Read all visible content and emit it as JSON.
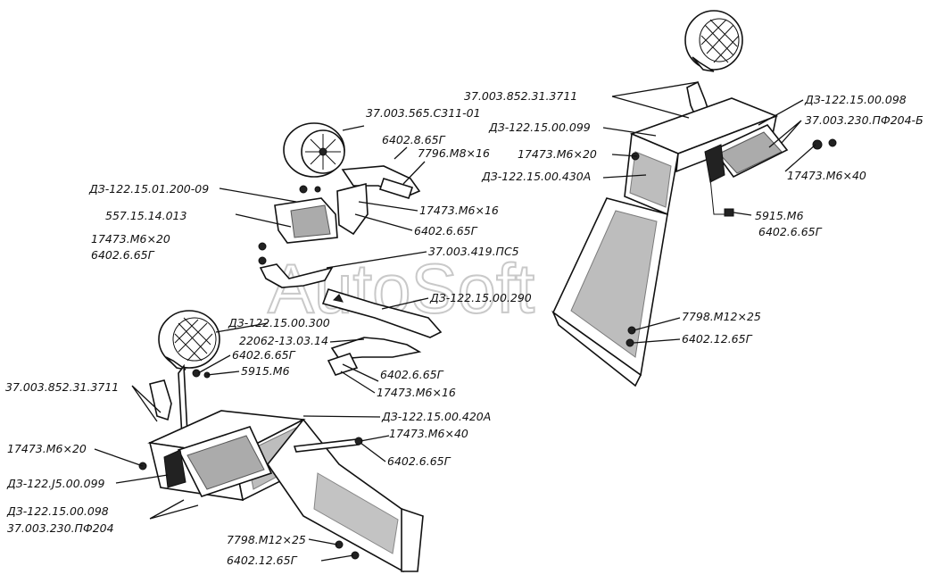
{
  "watermark": "AutoSoft",
  "labels": {
    "top_lamp_bracket": "37.003.852.31.3711",
    "top_housing_099": "ДЗ-122.15.00.099",
    "top_bolt_m6x20": "17473.М6×20",
    "top_bracket_430a": "ДЗ-122.15.00.430А",
    "top_housing_098": "ДЗ-122.15.00.098",
    "top_lamp_pf204b": "37.003.230.ПФ204-Б",
    "top_bolt_m6x40": "17473.М6×40",
    "top_washer_5915": "5915.М6",
    "top_lock_6402_6": "6402.6.65Г",
    "top_bolt_m12x25": "7798.М12×25",
    "top_lock_6402_12": "6402.12.65Г",
    "mid_lamp_311": "37.003.565.С311-01",
    "mid_lock_6402_8": "6402.8.65Г",
    "mid_bolt_m8x16": "7796.М8×16",
    "mid_bracket_200": "ДЗ-122.15.01.200-09",
    "mid_part_557": "557.15.14.013",
    "mid_bolt_m6x16": "17473.М6×16",
    "mid_lock_6402_6": "6402.6.65Г",
    "mid_bolt_m6x20": "17473.М6×20",
    "mid_lock_6402_6b": "6402.6.65Г",
    "mid_ps5": "37.003.419.ПС5",
    "mid_rod_290": "ДЗ-122.15.00.290",
    "bot_bracket_300": "ДЗ-122.15.00.300",
    "bot_part_22062": "22062-13.03.14",
    "bot_lock_6402_6": "6402.6.65Г",
    "bot_washer_5915": "5915.М6",
    "bot_lamp_bracket": "37.003.852.31.3711",
    "bot_lock_6402_6b": "6402.6.65Г",
    "bot_bolt_m6x16": "17473.М6×16",
    "bot_bracket_420a": "ДЗ-122.15.00.420А",
    "bot_bolt_m6x40": "17473.М6×40",
    "bot_bolt_m6x20": "17473.М6×20",
    "bot_lock_6402_6c": "6402.6.65Г",
    "bot_housing_099": "ДЗ-122.J5.00.099",
    "bot_housing_098": "ДЗ-122.15.00.098",
    "bot_lamp_pf204": "37.003.230.ПФ204",
    "bot_bolt_m12x25": "7798.М12×25",
    "bot_lock_6402_12": "6402.12.65Г"
  }
}
